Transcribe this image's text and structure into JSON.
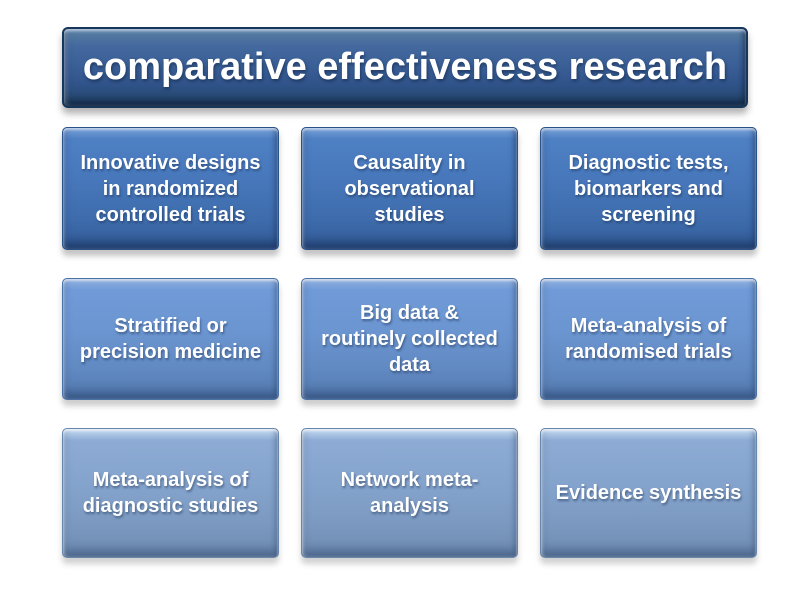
{
  "slide": {
    "background_color": "#ffffff",
    "title": "comparative effectiveness research"
  },
  "colors": {
    "banner_top": "#54799f",
    "banner_bottom": "#1d3c60",
    "banner_border": "#16365c",
    "row1_top": "#4e80c4",
    "row1_bottom": "#2f5790",
    "row2_top": "#709bd8",
    "row2_bottom": "#5076aa",
    "row3_top": "#8dabd4",
    "row3_bottom": "#6a87ac",
    "text": "#ffffff"
  },
  "boxes": [
    {
      "label": "Innovative designs in randomized controlled trials",
      "lines": [
        "Innovative designs",
        "in randomized",
        "controlled trials"
      ],
      "row": 1
    },
    {
      "label": "Causality in observational studies",
      "lines": [
        "Causality in",
        "observational",
        "studies"
      ],
      "row": 1
    },
    {
      "label": "Diagnostic tests, biomarkers and screening",
      "lines": [
        "Diagnostic tests,",
        "biomarkers and",
        "screening"
      ],
      "row": 1
    },
    {
      "label": "Stratified or precision medicine",
      "lines": [
        "Stratified or",
        "precision medicine"
      ],
      "row": 2
    },
    {
      "label": "Big data & routinely collected data",
      "lines": [
        "Big data &",
        "routinely collected",
        "data"
      ],
      "row": 2
    },
    {
      "label": "Meta-analysis of randomised trials",
      "lines": [
        "Meta-analysis of",
        "randomised trials"
      ],
      "row": 2
    },
    {
      "label": "Meta-analysis of diagnostic studies",
      "lines": [
        "Meta-analysis of",
        "diagnostic studies"
      ],
      "row": 3
    },
    {
      "label": "Network meta-analysis",
      "lines": [
        "Network meta-",
        "analysis"
      ],
      "row": 3
    },
    {
      "label": "Evidence synthesis",
      "lines": [
        "Evidence synthesis"
      ],
      "row": 3
    }
  ]
}
